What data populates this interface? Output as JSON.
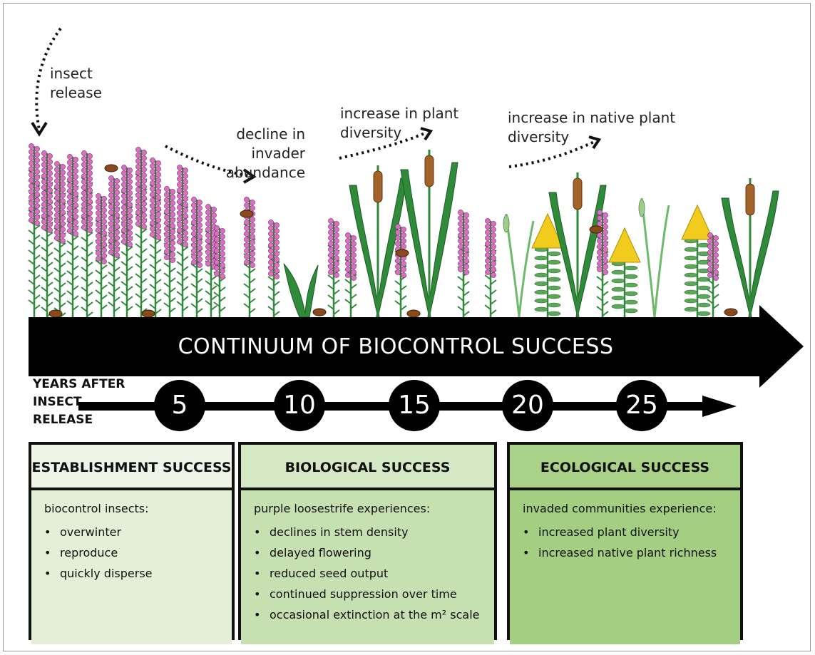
{
  "annotations": {
    "insect_release": "insect\nrelease",
    "decline": "decline in invader\nabundance",
    "increase_plant": "increase in plant\ndiversity",
    "increase_native": "increase in native plant\ndiversity"
  },
  "banner": {
    "text": "CONTINUUM OF BIOCONTROL SUCCESS"
  },
  "timeline": {
    "label": "YEARS AFTER\nINSECT\nRELEASE",
    "years": [
      "5",
      "10",
      "15",
      "20",
      "25"
    ]
  },
  "boxes": [
    {
      "title": "ESTABLISHMENT SUCCESS",
      "intro": "biocontrol insects:",
      "items": [
        "overwinter",
        "reproduce",
        "quickly disperse"
      ],
      "head_color": "#eef5e6",
      "body_color": "#e4efd8"
    },
    {
      "title": "BIOLOGICAL SUCCESS",
      "intro": "purple loosestrife experiences:",
      "items": [
        "declines in stem density",
        "delayed flowering",
        "reduced seed output",
        "continued suppression over time",
        "occasional extinction at the m² scale"
      ],
      "head_color": "#d4e8c3",
      "body_color": "#c6e0b1"
    },
    {
      "title": "ECOLOGICAL SUCCESS",
      "intro": "invaded communities experience:",
      "items": [
        "increased plant diversity",
        "increased native plant richness"
      ],
      "head_color": "#a9d187",
      "body_color": "#a4cf82"
    }
  ],
  "colors": {
    "loosestrife_flower": "#d86fc0",
    "stem_green": "#2f8a3a",
    "cattail_head": "#a3642a",
    "goldenrod": "#f2cc1c",
    "beetle": "#8a4a1e"
  }
}
